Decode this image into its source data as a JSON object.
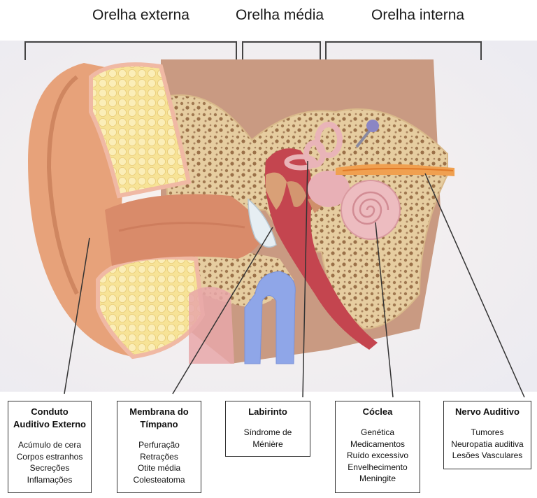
{
  "headers": {
    "outer": "Orelha externa",
    "middle": "Orelha média",
    "inner": "Orelha interna"
  },
  "boxes": [
    {
      "id": "conduto",
      "title_lines": [
        "Conduto",
        "Auditivo Externo"
      ],
      "items": [
        "Acúmulo de cera",
        "Corpos estranhos",
        "Secreções",
        "Inflamações"
      ]
    },
    {
      "id": "membrana",
      "title_lines": [
        "Membrana do",
        "Tímpano"
      ],
      "items": [
        "Perfuração",
        "Retrações",
        "Otite média",
        "Colesteatoma"
      ]
    },
    {
      "id": "labirinto",
      "title_lines": [
        "Labirinto"
      ],
      "items": [
        "Síndrome de",
        "Ménière"
      ]
    },
    {
      "id": "coclea",
      "title_lines": [
        "Cóclea"
      ],
      "items": [
        "Genética",
        "Medicamentos",
        "Ruído excessivo",
        "Envelhecimento",
        "Meningite"
      ]
    },
    {
      "id": "nervo",
      "title_lines": [
        "Nervo Auditivo"
      ],
      "items": [
        "Tumores",
        "Neuropatia auditiva",
        "Lesões Vasculares"
      ]
    }
  ],
  "colors": {
    "skin": "#e9a47c",
    "bone": "#e8cfa4",
    "cartilage": "#f7e28f",
    "canal": "#c94b58",
    "nerve": "#f0a050",
    "eustachian": "#8fa6e8",
    "background": "#f4f1ee"
  }
}
